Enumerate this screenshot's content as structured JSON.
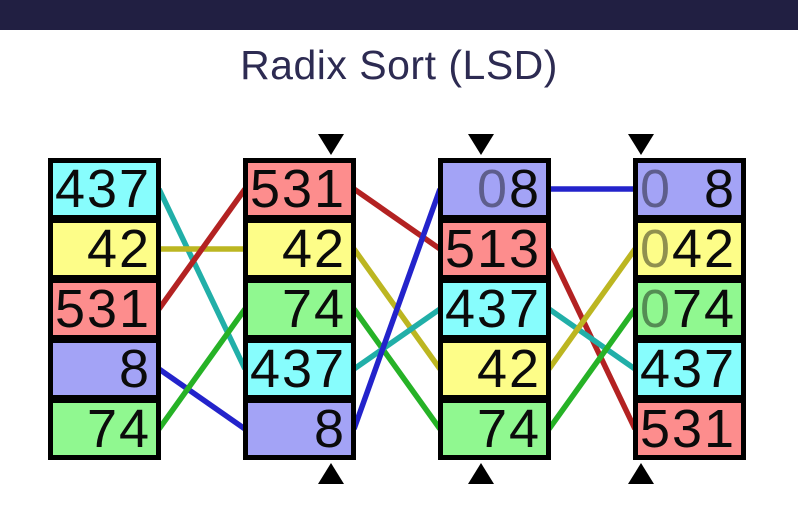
{
  "title": "Radix Sort (LSD)",
  "top_bar": {
    "color": "#211f42"
  },
  "palette": {
    "cyan": {
      "box": "#87FDFD",
      "line": "#21AFA8"
    },
    "yellow": {
      "box": "#FDFD88",
      "line": "#BCB621"
    },
    "red": {
      "box": "#FD8D8D",
      "line": "#B32222"
    },
    "purple": {
      "box": "#A3A3F6",
      "line": "#2323CB"
    },
    "green": {
      "box": "#90F890",
      "line": "#26B226"
    }
  },
  "columns": [
    {
      "name": "initial",
      "pointer_digit": null,
      "items": [
        {
          "value": "437",
          "digits": [
            "4",
            "3",
            "7"
          ],
          "faded": [
            false,
            false,
            false
          ],
          "color": "cyan"
        },
        {
          "value": "42",
          "digits": [
            "",
            "4",
            "2"
          ],
          "faded": [
            false,
            false,
            false
          ],
          "color": "yellow"
        },
        {
          "value": "531",
          "digits": [
            "5",
            "3",
            "1"
          ],
          "faded": [
            false,
            false,
            false
          ],
          "color": "red"
        },
        {
          "value": "8",
          "digits": [
            "",
            "",
            "8"
          ],
          "faded": [
            false,
            false,
            false
          ],
          "color": "purple"
        },
        {
          "value": "74",
          "digits": [
            "",
            "7",
            "4"
          ],
          "faded": [
            false,
            false,
            false
          ],
          "color": "green"
        }
      ]
    },
    {
      "name": "after-ones-pass",
      "pointer_digit": "ones",
      "items": [
        {
          "value": "531",
          "digits": [
            "5",
            "3",
            "1"
          ],
          "faded": [
            false,
            false,
            false
          ],
          "color": "red"
        },
        {
          "value": "42",
          "digits": [
            "",
            "4",
            "2"
          ],
          "faded": [
            false,
            false,
            false
          ],
          "color": "yellow"
        },
        {
          "value": "74",
          "digits": [
            "",
            "7",
            "4"
          ],
          "faded": [
            false,
            false,
            false
          ],
          "color": "green"
        },
        {
          "value": "437",
          "digits": [
            "4",
            "3",
            "7"
          ],
          "faded": [
            false,
            false,
            false
          ],
          "color": "cyan"
        },
        {
          "value": "8",
          "digits": [
            "",
            "",
            "8"
          ],
          "faded": [
            false,
            false,
            false
          ],
          "color": "purple"
        }
      ]
    },
    {
      "name": "after-tens-pass",
      "pointer_digit": "tens",
      "items": [
        {
          "value": "08",
          "digits": [
            "",
            "0",
            "8"
          ],
          "faded": [
            false,
            true,
            false
          ],
          "color": "purple"
        },
        {
          "value": "513",
          "digits": [
            "5",
            "1",
            "3"
          ],
          "faded": [
            false,
            false,
            false
          ],
          "color": "red"
        },
        {
          "value": "437",
          "digits": [
            "4",
            "3",
            "7"
          ],
          "faded": [
            false,
            false,
            false
          ],
          "color": "cyan"
        },
        {
          "value": "42",
          "digits": [
            "",
            "4",
            "2"
          ],
          "faded": [
            false,
            false,
            false
          ],
          "color": "yellow"
        },
        {
          "value": "74",
          "digits": [
            "",
            "7",
            "4"
          ],
          "faded": [
            false,
            false,
            false
          ],
          "color": "green"
        }
      ]
    },
    {
      "name": "after-hundreds-pass",
      "pointer_digit": "hundreds",
      "items": [
        {
          "value": "0 8",
          "digits": [
            "0",
            "",
            "8"
          ],
          "faded": [
            true,
            false,
            false
          ],
          "color": "purple"
        },
        {
          "value": "042",
          "digits": [
            "0",
            "4",
            "2"
          ],
          "faded": [
            true,
            false,
            false
          ],
          "color": "yellow"
        },
        {
          "value": "074",
          "digits": [
            "0",
            "7",
            "4"
          ],
          "faded": [
            true,
            false,
            false
          ],
          "color": "green"
        },
        {
          "value": "437",
          "digits": [
            "4",
            "3",
            "7"
          ],
          "faded": [
            false,
            false,
            false
          ],
          "color": "cyan"
        },
        {
          "value": "531",
          "digits": [
            "5",
            "3",
            "1"
          ],
          "faded": [
            false,
            false,
            false
          ],
          "color": "red"
        }
      ]
    }
  ],
  "links": [
    {
      "from_col": 0,
      "from_row": 0,
      "to_row": 3,
      "color": "cyan"
    },
    {
      "from_col": 0,
      "from_row": 1,
      "to_row": 1,
      "color": "yellow"
    },
    {
      "from_col": 0,
      "from_row": 2,
      "to_row": 0,
      "color": "red"
    },
    {
      "from_col": 0,
      "from_row": 3,
      "to_row": 4,
      "color": "purple"
    },
    {
      "from_col": 0,
      "from_row": 4,
      "to_row": 2,
      "color": "green"
    },
    {
      "from_col": 1,
      "from_row": 0,
      "to_row": 1,
      "color": "red"
    },
    {
      "from_col": 1,
      "from_row": 1,
      "to_row": 3,
      "color": "yellow"
    },
    {
      "from_col": 1,
      "from_row": 2,
      "to_row": 4,
      "color": "green"
    },
    {
      "from_col": 1,
      "from_row": 3,
      "to_row": 2,
      "color": "cyan"
    },
    {
      "from_col": 1,
      "from_row": 4,
      "to_row": 0,
      "color": "purple"
    },
    {
      "from_col": 2,
      "from_row": 0,
      "to_row": 0,
      "color": "purple"
    },
    {
      "from_col": 2,
      "from_row": 1,
      "to_row": 4,
      "color": "red"
    },
    {
      "from_col": 2,
      "from_row": 2,
      "to_row": 3,
      "color": "cyan"
    },
    {
      "from_col": 2,
      "from_row": 3,
      "to_row": 1,
      "color": "yellow"
    },
    {
      "from_col": 2,
      "from_row": 4,
      "to_row": 2,
      "color": "green"
    }
  ]
}
